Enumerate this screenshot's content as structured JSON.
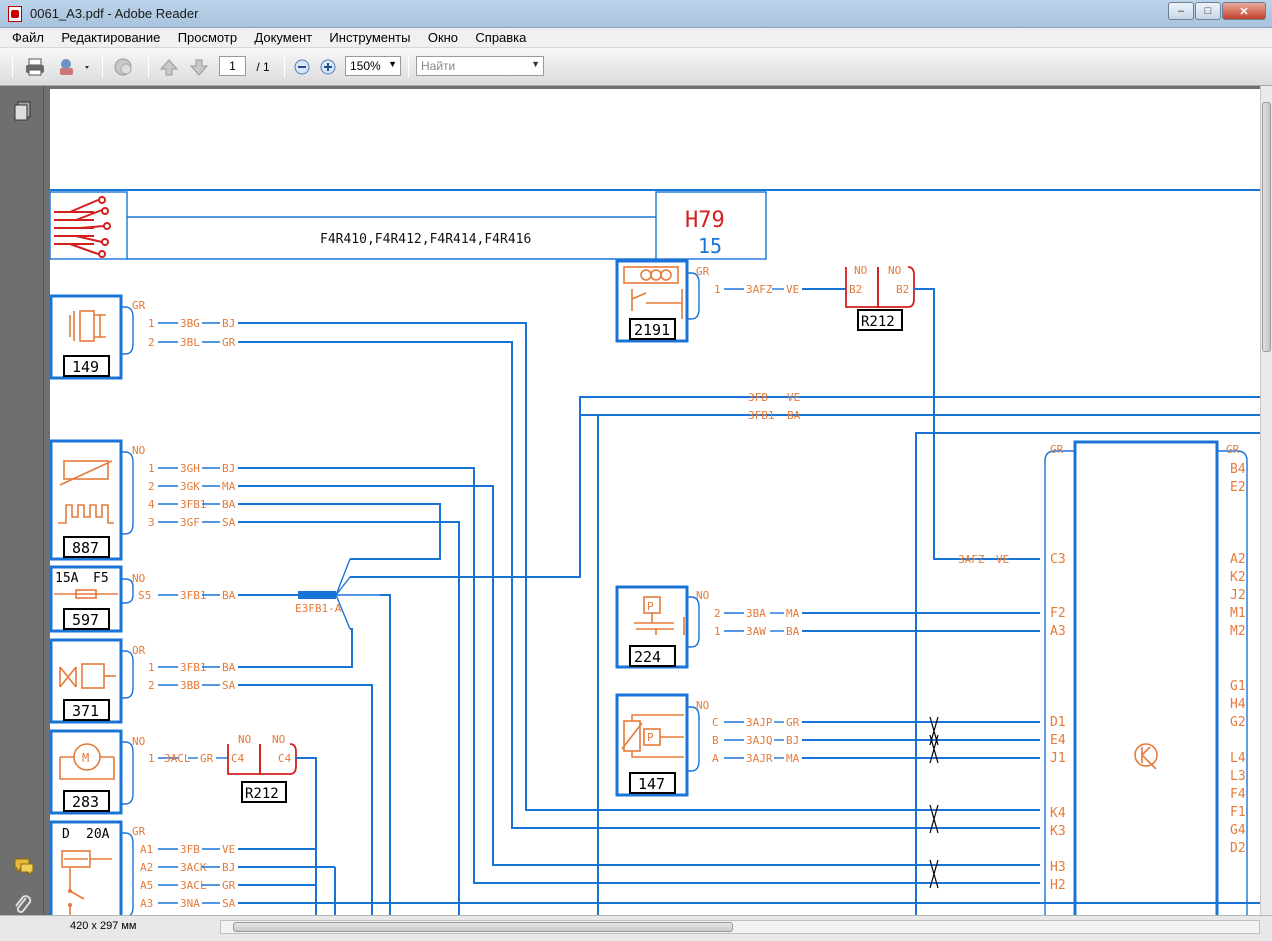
{
  "window": {
    "title": "0061_A3.pdf - Adobe Reader"
  },
  "menu": [
    "Файл",
    "Редактирование",
    "Просмотр",
    "Документ",
    "Инструменты",
    "Окно",
    "Справка"
  ],
  "toolbar": {
    "page_current": "1",
    "page_total": "/ 1",
    "zoom": "150%",
    "search_placeholder": "Найти"
  },
  "status": {
    "page_size": "420 x 297 мм"
  },
  "diagram": {
    "header_engines": "F4R410,F4R412,F4R414,F4R416",
    "header_code": "H79",
    "header_num": "15",
    "components": [
      "149",
      "887",
      "597",
      "371",
      "283",
      "2191",
      "224",
      "147",
      "R212",
      "R212"
    ],
    "fuse_597": [
      "15A",
      "F5"
    ],
    "fuse_bottom": [
      "D",
      "20A"
    ],
    "splice": "E3FB1-A",
    "wires": [
      {
        "pin": "1",
        "code": "3BG",
        "color": "BJ"
      },
      {
        "pin": "2",
        "code": "3BL",
        "color": "GR"
      },
      {
        "pin": "1",
        "code": "3GH",
        "color": "BJ"
      },
      {
        "pin": "2",
        "code": "3GK",
        "color": "MA"
      },
      {
        "pin": "4",
        "code": "3FB1",
        "color": "BA"
      },
      {
        "pin": "3",
        "code": "3GF",
        "color": "SA"
      },
      {
        "pin": "S5",
        "code": "3FB1",
        "color": "BA"
      },
      {
        "pin": "1",
        "code": "3FB1",
        "color": "BA"
      },
      {
        "pin": "2",
        "code": "3BB",
        "color": "SA"
      },
      {
        "pin": "1",
        "code": "3ACL",
        "color": "GR"
      },
      {
        "pin": "A1",
        "code": "3FB",
        "color": "VE"
      },
      {
        "pin": "A2",
        "code": "3ACK",
        "color": "BJ"
      },
      {
        "pin": "A5",
        "code": "3ACL",
        "color": "GR"
      },
      {
        "pin": "A3",
        "code": "3NA",
        "color": "SA"
      },
      {
        "pin": "1",
        "code": "3AFZ",
        "color": "VE"
      },
      {
        "pin": "",
        "code": "3FB",
        "color": "VE"
      },
      {
        "pin": "",
        "code": "3FB1",
        "color": "BA"
      },
      {
        "pin": "C3",
        "code": "3AFZ",
        "color": "VE"
      },
      {
        "pin": "2",
        "code": "3BA",
        "color": "MA"
      },
      {
        "pin": "1",
        "code": "3AW",
        "color": "BA"
      },
      {
        "pin": "C",
        "code": "3AJP",
        "color": "GR"
      },
      {
        "pin": "B",
        "code": "3AJQ",
        "color": "BJ"
      },
      {
        "pin": "A",
        "code": "3AJR",
        "color": "MA"
      }
    ],
    "connector_labels": [
      "GR",
      "NO",
      "NO",
      "OR",
      "NO",
      "NO",
      "NO",
      "GR",
      "GR",
      "NO",
      "NO",
      "NO",
      "NO",
      "GR",
      "GR"
    ],
    "r212_pins": [
      "B2",
      "B2",
      "C4",
      "C4"
    ],
    "ecu_left_pins": [
      "C3",
      "F2",
      "A3",
      "D1",
      "E4",
      "J1",
      "K4",
      "K3",
      "H3",
      "H2"
    ],
    "ecu_right_pins": [
      "B4",
      "E2",
      "A2",
      "K2",
      "J2",
      "M1",
      "M2",
      "G1",
      "H4",
      "G2",
      "L4",
      "L3",
      "F4",
      "F1",
      "G4",
      "D2"
    ]
  }
}
